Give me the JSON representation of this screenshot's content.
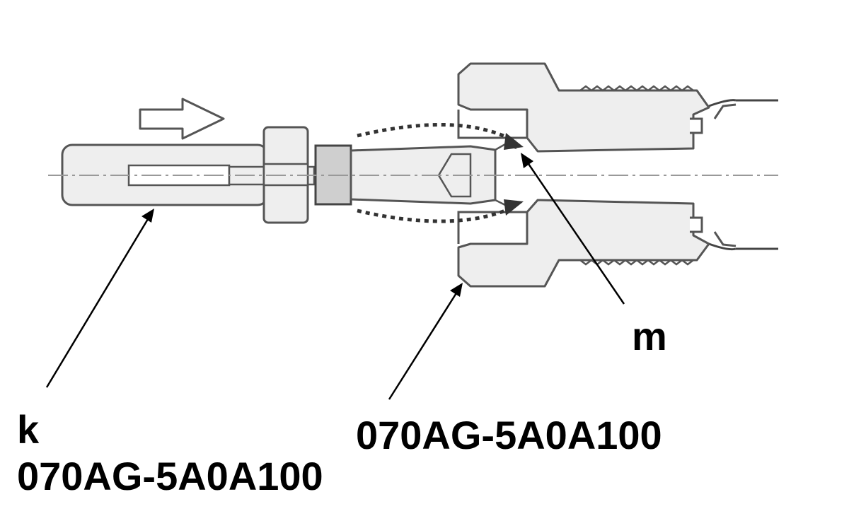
{
  "labels": {
    "m": "m",
    "k": "k",
    "k_part_number": "070AG-5A0A100",
    "nut_part_number": "070AG-5A0A100"
  },
  "colors": {
    "part_fill": "#eeeeee",
    "seal_fill": "#cfcfcf",
    "outline": "#555555",
    "centerline": "#999999",
    "arrow": "#000000"
  },
  "icons": {
    "direction": "push-direction-arrow-icon"
  }
}
